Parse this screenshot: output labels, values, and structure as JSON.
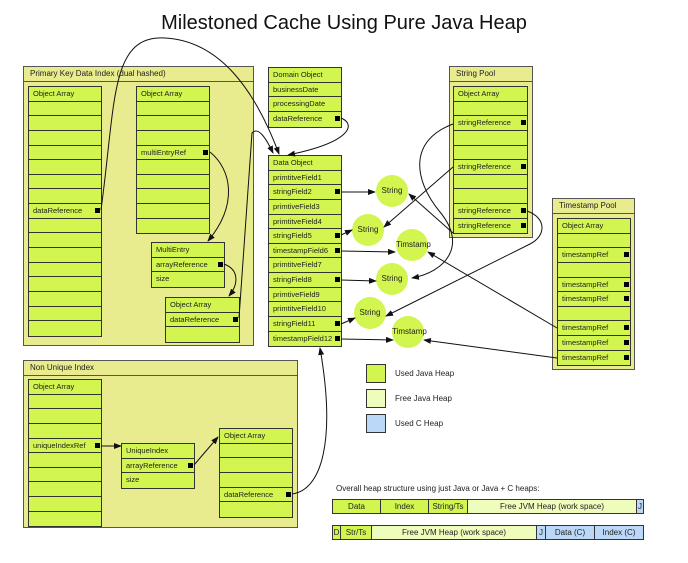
{
  "title": "Milestoned Cache Using Pure Java Heap",
  "colors": {
    "used_java_heap": "#d2f550",
    "free_java_heap": "#eefcbc",
    "used_c_heap": "#bcd8f8",
    "container": "#e8ec8e"
  },
  "containers": {
    "primary": "Primary Key Data Index (dual hashed)",
    "nonunique": "Non Unique Index",
    "stringpool": "String Pool",
    "tspool": "Timestamp Pool"
  },
  "objects": {
    "pk_array1": {
      "title": "Object Array",
      "rows": [
        {
          "label": ""
        },
        {
          "label": ""
        },
        {
          "label": ""
        },
        {
          "label": ""
        },
        {
          "label": ""
        },
        {
          "label": ""
        },
        {
          "label": ""
        },
        {
          "label": "dataReference",
          "ref": true
        },
        {
          "label": ""
        },
        {
          "label": ""
        },
        {
          "label": ""
        },
        {
          "label": ""
        },
        {
          "label": ""
        },
        {
          "label": ""
        },
        {
          "label": ""
        },
        {
          "label": ""
        }
      ]
    },
    "pk_array2": {
      "title": "Object Array",
      "rows": [
        {
          "label": ""
        },
        {
          "label": ""
        },
        {
          "label": ""
        },
        {
          "label": "multiEntryRef",
          "ref": true
        },
        {
          "label": ""
        },
        {
          "label": ""
        },
        {
          "label": ""
        },
        {
          "label": ""
        },
        {
          "label": ""
        }
      ]
    },
    "multientry": {
      "title": "MultiEntry",
      "rows": [
        {
          "label": "arrayReference",
          "ref": true
        },
        {
          "label": "size"
        }
      ]
    },
    "pk_array3": {
      "title": "Object Array",
      "rows": [
        {
          "label": "dataReference",
          "ref": true
        },
        {
          "label": ""
        }
      ]
    },
    "domain": {
      "title": "Domain Object",
      "rows": [
        {
          "label": "businessDate"
        },
        {
          "label": "processingDate"
        },
        {
          "label": "dataReference",
          "ref": true
        }
      ]
    },
    "data": {
      "title": "Data Object",
      "rows": [
        {
          "label": "primtitveField1"
        },
        {
          "label": "stringField2",
          "ref": true
        },
        {
          "label": "primtiveField3"
        },
        {
          "label": "primtitveField4"
        },
        {
          "label": "stringField5",
          "ref": true
        },
        {
          "label": "timestampField6",
          "ref": true
        },
        {
          "label": "primtitveField7"
        },
        {
          "label": "stringField8",
          "ref": true
        },
        {
          "label": "primtiveField9"
        },
        {
          "label": "primtitveField10"
        },
        {
          "label": "stringField11",
          "ref": true
        },
        {
          "label": "timestampField12",
          "ref": true
        }
      ]
    },
    "sp_array": {
      "title": "Object Array",
      "rows": [
        {
          "label": ""
        },
        {
          "label": "stringReference",
          "ref": true
        },
        {
          "label": ""
        },
        {
          "label": ""
        },
        {
          "label": "stringReference",
          "ref": true
        },
        {
          "label": ""
        },
        {
          "label": ""
        },
        {
          "label": "stringReference",
          "ref": true
        },
        {
          "label": "stringReference",
          "ref": true
        }
      ]
    },
    "ts_array": {
      "title": "Object Array",
      "rows": [
        {
          "label": ""
        },
        {
          "label": "timestampRef",
          "ref": true
        },
        {
          "label": ""
        },
        {
          "label": "timestampRef",
          "ref": true
        },
        {
          "label": "timestampRef",
          "ref": true
        },
        {
          "label": ""
        },
        {
          "label": "timestampRef",
          "ref": true
        },
        {
          "label": "timestampRef",
          "ref": true
        },
        {
          "label": "timestampRef",
          "ref": true
        }
      ]
    },
    "nu_array1": {
      "title": "Object Array",
      "rows": [
        {
          "label": ""
        },
        {
          "label": ""
        },
        {
          "label": ""
        },
        {
          "label": "uniqueIndexRef",
          "ref": true
        },
        {
          "label": ""
        },
        {
          "label": ""
        },
        {
          "label": ""
        },
        {
          "label": ""
        },
        {
          "label": ""
        }
      ]
    },
    "uniqueindex": {
      "title": "UniqueIndex",
      "rows": [
        {
          "label": "arrayReference",
          "ref": true
        },
        {
          "label": "size"
        }
      ]
    },
    "nu_array2": {
      "title": "Object Array",
      "rows": [
        {
          "label": ""
        },
        {
          "label": ""
        },
        {
          "label": ""
        },
        {
          "label": "dataReference",
          "ref": true
        },
        {
          "label": ""
        }
      ]
    }
  },
  "circles": [
    "String",
    "String",
    "Timstamp",
    "String",
    "String",
    "Timstamp"
  ],
  "legend": [
    {
      "label": "Used Java Heap",
      "color": "#d2f550"
    },
    {
      "label": "Free Java Heap",
      "color": "#eefcbc"
    },
    {
      "label": "Used C Heap",
      "color": "#bcd8f8"
    }
  ],
  "heap": {
    "caption": "Overall heap structure using just Java or Java + C heaps:",
    "java_only": [
      {
        "label": "Data",
        "kind": "used"
      },
      {
        "label": "Index",
        "kind": "used"
      },
      {
        "label": "String/Ts",
        "kind": "used"
      },
      {
        "label": "Free JVM Heap (work space)",
        "kind": "free"
      },
      {
        "label": "J",
        "kind": "c"
      }
    ],
    "java_c": [
      {
        "label": "D",
        "kind": "used"
      },
      {
        "label": "Str/Ts",
        "kind": "used"
      },
      {
        "label": "Free JVM Heap (work space)",
        "kind": "free"
      },
      {
        "label": "J",
        "kind": "c"
      },
      {
        "label": "Data (C)",
        "kind": "c"
      },
      {
        "label": "Index (C)",
        "kind": "c"
      }
    ]
  }
}
